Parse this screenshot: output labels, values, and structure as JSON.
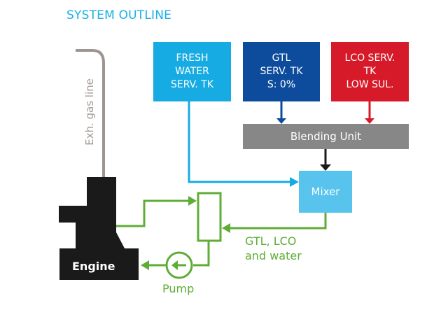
{
  "title": "SYSTEM OUTLINE",
  "colors": {
    "title": "#1aafe6",
    "fresh_water": "#17abe3",
    "gtl": "#0d4c9d",
    "lco": "#d71a29",
    "blending": "#878787",
    "mixer": "#58c4ee",
    "green_line": "#5fad37",
    "exhaust": "#9e9592",
    "engine": "#1a1a1a"
  },
  "tanks": {
    "fresh_water": [
      "FRESH",
      "WATER",
      "SERV. TK"
    ],
    "gtl": [
      "GTL",
      "SERV. TK",
      "S: 0%"
    ],
    "lco": [
      "LCO SERV.",
      "TK",
      "LOW SUL."
    ]
  },
  "blending_unit": "Blending Unit",
  "mixer": "Mixer",
  "engine": "Engine",
  "exhaust_label": "Exh. gas line",
  "return_label": [
    "GTL, LCO",
    "and water"
  ],
  "pump": "Pump"
}
